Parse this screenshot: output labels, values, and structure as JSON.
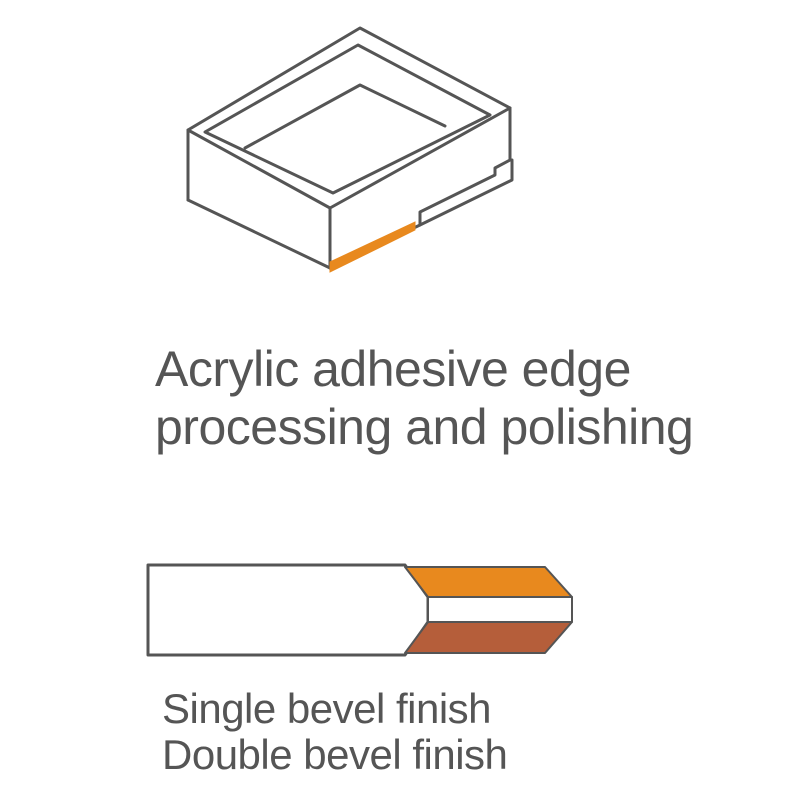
{
  "captions": {
    "main": [
      "Acrylic adhesive edge",
      "processing and polishing"
    ],
    "finishes": [
      "Single bevel finish",
      "Double bevel finish"
    ]
  },
  "colors": {
    "outline": "#555555",
    "edge_orange": "#E8891E",
    "edge_brown": "#B55E3A",
    "text": "#555555",
    "background": "#FFFFFF"
  }
}
